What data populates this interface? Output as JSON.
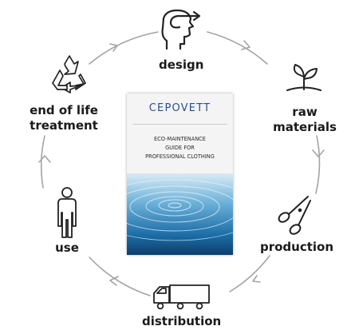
{
  "cycle": {
    "stages": {
      "design": {
        "label": "design",
        "icon": "head-with-arrow-icon"
      },
      "raw_materials": {
        "label_line1": "raw",
        "label_line2": "materials",
        "icon": "seedling-icon"
      },
      "production": {
        "label": "production",
        "icon": "scissors-icon"
      },
      "distribution": {
        "label": "distribution",
        "icon": "truck-icon"
      },
      "use": {
        "label": "use",
        "icon": "person-icon"
      },
      "end_of_life": {
        "label_line1": "end of life",
        "label_line2": "treatment",
        "icon": "recycle-icon"
      }
    },
    "direction": "clockwise",
    "arrow_color": "#9a9a9a"
  },
  "guide_cover": {
    "logo_text": "CEPOVETT",
    "title_line1": "ECO-MAINTENANCE",
    "title_line2": "GUIDE FOR",
    "title_line3": "PROFESSIONAL CLOTHING"
  },
  "colors": {
    "text": "#1a1a1a",
    "icon_stroke": "#222222",
    "logo": "#2a4f8f",
    "water": "#1d6ea8"
  }
}
